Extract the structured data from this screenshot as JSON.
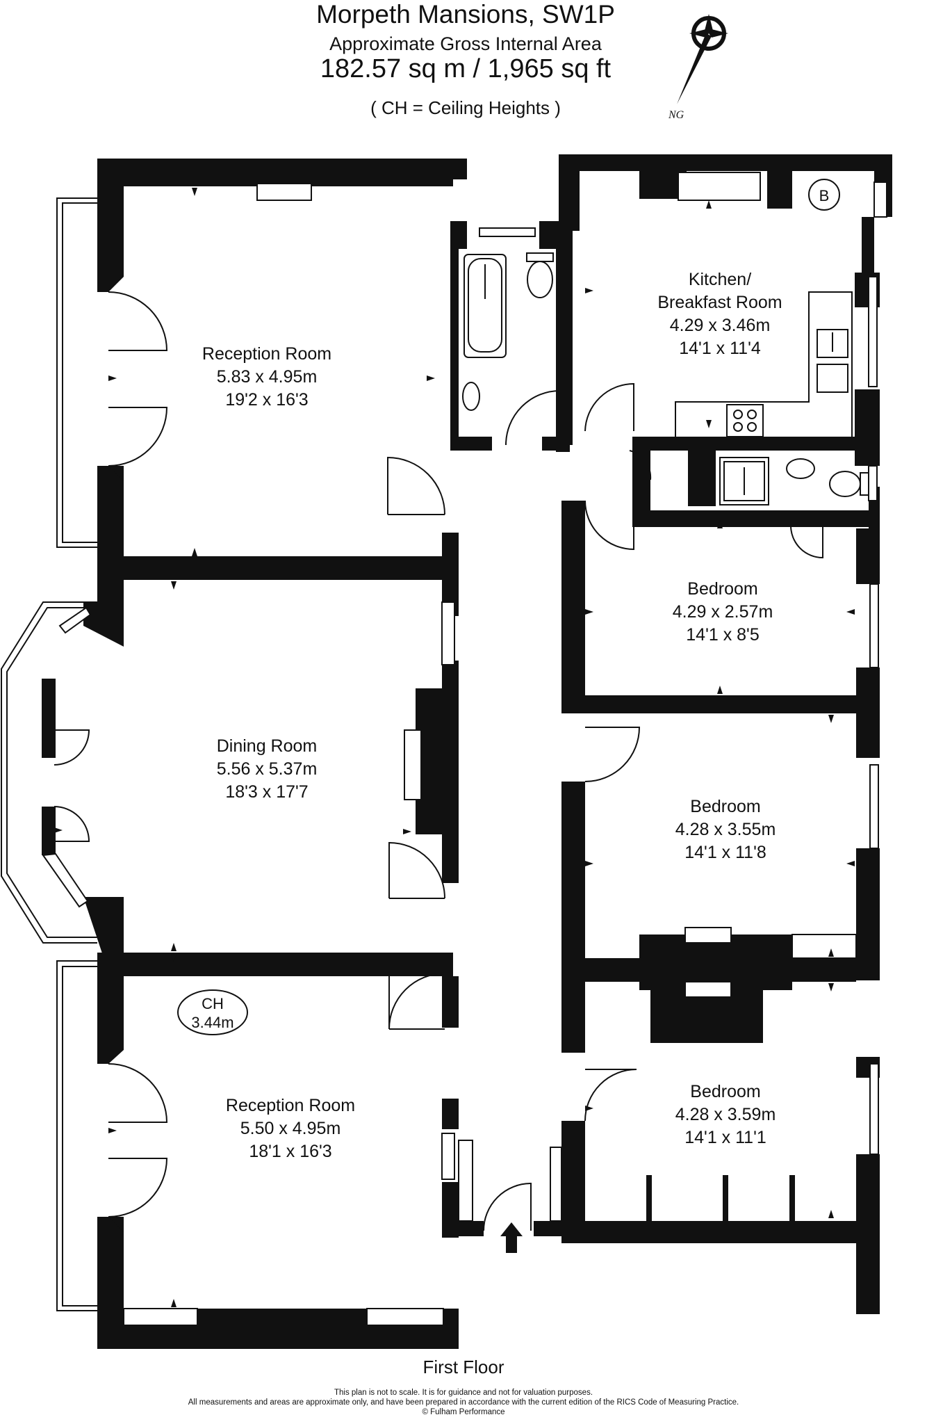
{
  "header": {
    "title": "Morpeth Mansions, SW1P",
    "subtitle": "Approximate Gross Internal Area",
    "area": "182.57 sq m  /  1,965 sq ft",
    "legend": "( CH = Ceiling Heights )"
  },
  "compass": {
    "initials": "NG"
  },
  "rooms": [
    {
      "id": "reception-1",
      "name": "Reception Room",
      "metric": "5.83 x 4.95m",
      "imperial": "19'2 x 16'3"
    },
    {
      "id": "kitchen",
      "name": "Kitchen/",
      "name2": "Breakfast Room",
      "metric": "4.29 x 3.46m",
      "imperial": "14'1 x 11'4"
    },
    {
      "id": "bedroom-1",
      "name": "Bedroom",
      "metric": "4.29 x 2.57m",
      "imperial": "14'1 x 8'5"
    },
    {
      "id": "dining",
      "name": "Dining Room",
      "metric": "5.56 x 5.37m",
      "imperial": "18'3 x 17'7"
    },
    {
      "id": "bedroom-2",
      "name": "Bedroom",
      "metric": "4.28 x 3.55m",
      "imperial": "14'1 x 11'8"
    },
    {
      "id": "bedroom-3",
      "name": "Bedroom",
      "metric": "4.28 x 3.59m",
      "imperial": "14'1 x 11'1"
    },
    {
      "id": "reception-2",
      "name": "Reception Room",
      "metric": "5.50 x 4.95m",
      "imperial": "18'1 x 16'3"
    }
  ],
  "ceiling_height": {
    "label": "CH",
    "value": "3.44m"
  },
  "boiler": {
    "label": "B"
  },
  "floor_label": "First Floor",
  "disclaimer": [
    "This plan is not to scale. It is for guidance and not for valuation purposes.",
    "All measurements and areas are approximate only, and have been prepared in accordance with the current edition of the RICS Code of Measuring Practice.",
    "© Fulham Performance"
  ]
}
